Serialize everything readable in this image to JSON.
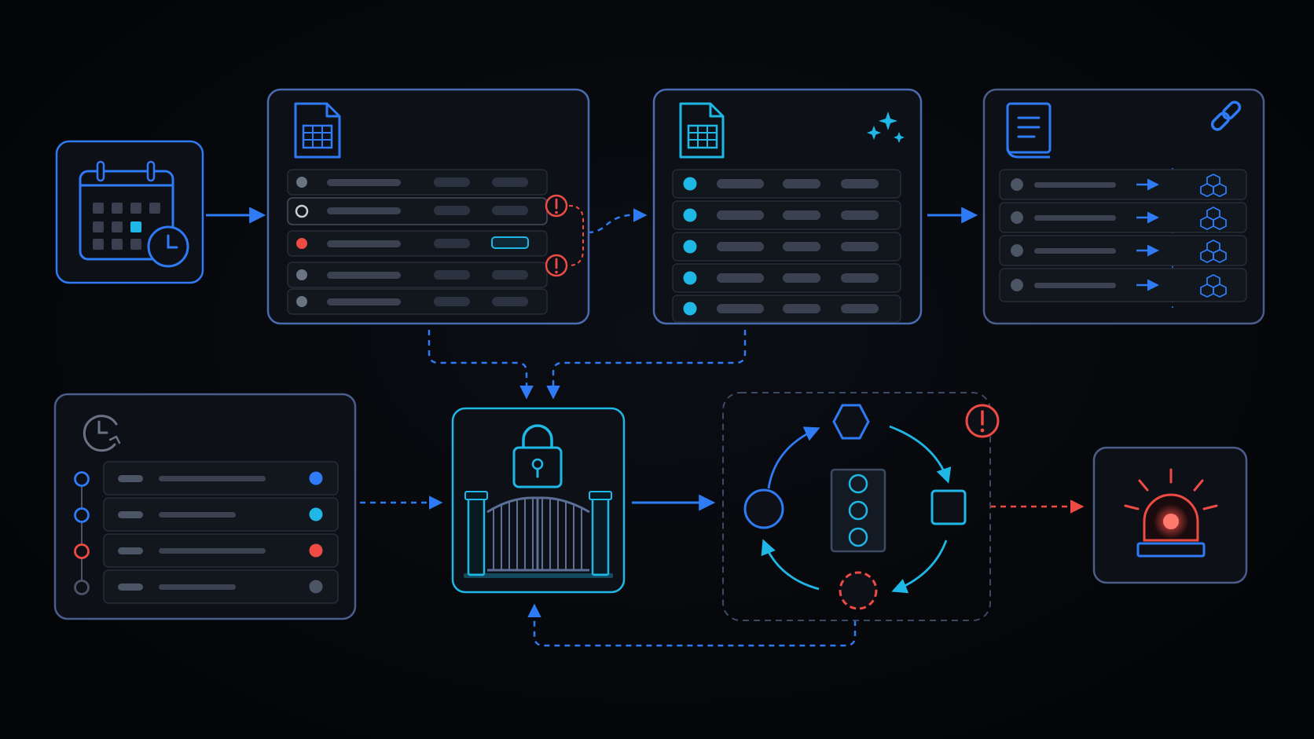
{
  "colors": {
    "background": "#050608",
    "panel_fill": "#0d1016",
    "panel_border": "#4a5d8c",
    "accent_blue": "#2f7bf5",
    "accent_cyan": "#1fb8e6",
    "alert_red": "#ef4b45",
    "muted_gray": "#4b5566",
    "row_fill": "#12161d",
    "row_border": "#262c37"
  },
  "nodes": {
    "schedule_trigger": {
      "icon": "calendar-clock-icon"
    },
    "source_sheet": {
      "icon": "spreadsheet-icon",
      "rows": [
        {
          "dot": "gray",
          "state": "normal"
        },
        {
          "dot": "white-ring",
          "state": "highlight"
        },
        {
          "dot": "red",
          "state": "error"
        },
        {
          "dot": "gray",
          "state": "normal"
        },
        {
          "dot": "gray",
          "state": "normal"
        }
      ],
      "error_badges": [
        "alert-icon",
        "alert-icon"
      ]
    },
    "clean_sheet": {
      "icon": "spreadsheet-icon",
      "badge": "sparkles-icon",
      "rows": 5
    },
    "catalog": {
      "icon": "book-icon",
      "badge": "link-icon",
      "rows": 4,
      "row_target_icon": "cubes-icon"
    },
    "history_log": {
      "icon": "history-clock-icon",
      "entries": [
        {
          "dot": "blue"
        },
        {
          "dot": "cyan"
        },
        {
          "dot": "red"
        },
        {
          "dot": "gray"
        }
      ]
    },
    "access_gate": {
      "icons": [
        "padlock-icon",
        "gate-icon"
      ]
    },
    "retry_loop": {
      "icons": [
        "hexagon-icon",
        "square-icon",
        "circle-icon",
        "traffic-light-icon"
      ],
      "alert_badge": "alert-icon"
    },
    "alarm": {
      "icon": "siren-icon"
    }
  },
  "connectors": [
    {
      "from": "schedule_trigger",
      "to": "source_sheet",
      "style": "solid-blue"
    },
    {
      "from": "source_sheet",
      "to": "clean_sheet",
      "style": "dashed-red-blue"
    },
    {
      "from": "clean_sheet",
      "to": "catalog",
      "style": "solid-blue"
    },
    {
      "from": "source_sheet",
      "to": "access_gate",
      "style": "dashed-blue"
    },
    {
      "from": "clean_sheet",
      "to": "access_gate",
      "style": "dashed-blue"
    },
    {
      "from": "history_log",
      "to": "access_gate",
      "style": "dashed-blue"
    },
    {
      "from": "access_gate",
      "to": "retry_loop",
      "style": "solid-blue"
    },
    {
      "from": "retry_loop",
      "to": "alarm",
      "style": "dashed-red"
    },
    {
      "from": "retry_loop",
      "to": "access_gate",
      "style": "dashed-blue"
    }
  ]
}
